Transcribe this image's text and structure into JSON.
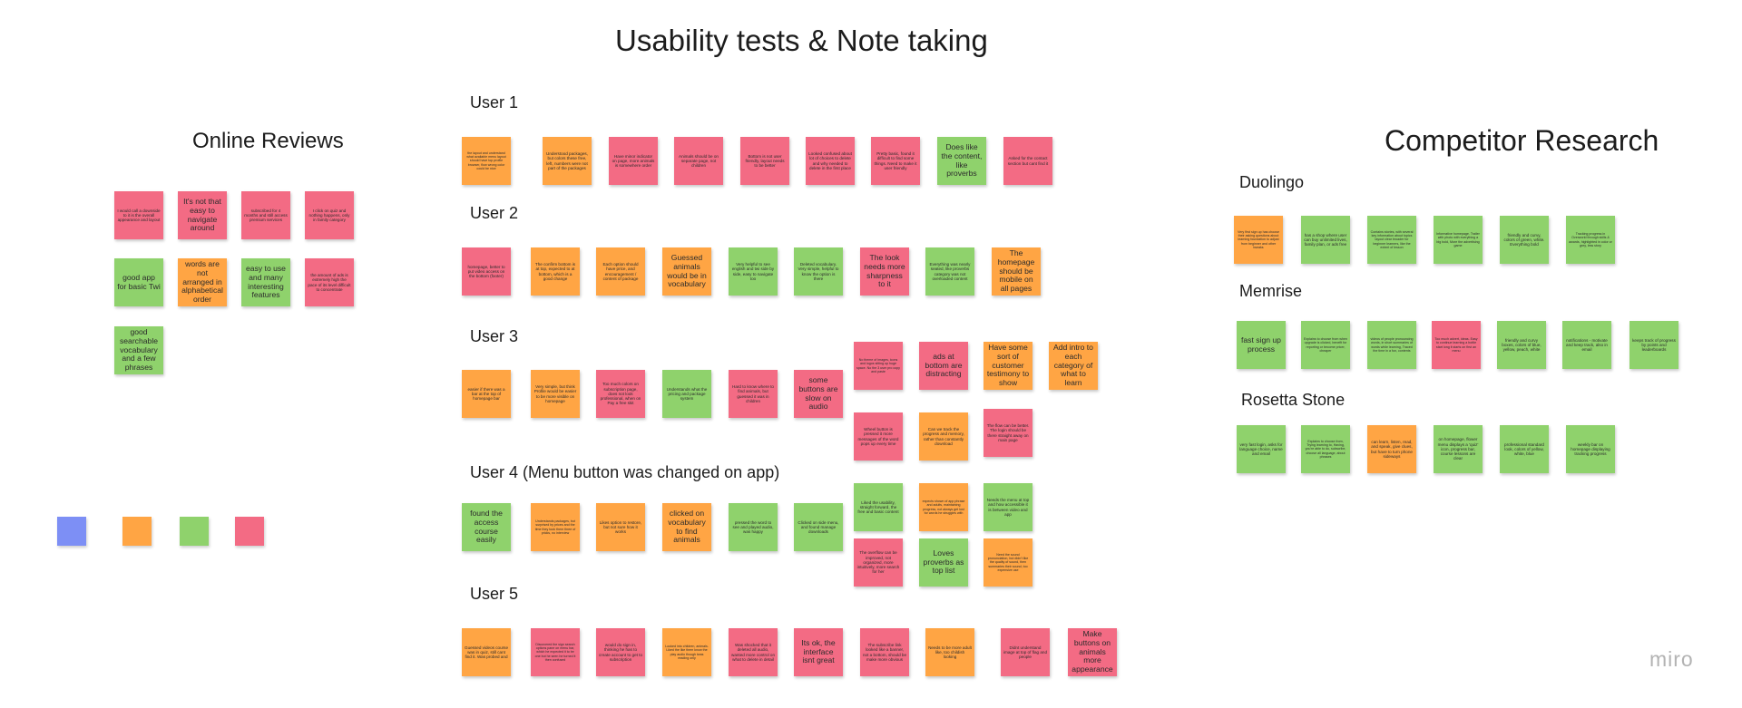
{
  "colors": {
    "orange": "#ffa544",
    "red": "#f36b84",
    "green": "#8fd26c",
    "blue": "#7d8ff5"
  },
  "board": {
    "title": "Usability tests & Note taking",
    "online_reviews_title": "Online Reviews",
    "competitor_title": "Competitor Research",
    "logo": "miro"
  },
  "users": {
    "user1": "User 1",
    "user2": "User 2",
    "user3": "User 3",
    "user4": "User 4 (Menu button was changed on app)",
    "user5": "User 5"
  },
  "competitors": {
    "duolingo": "Duolingo",
    "memrise": "Memrise",
    "rosetta": "Rosetta Stone"
  },
  "legend": [
    "blue",
    "orange",
    "green",
    "red"
  ],
  "online_reviews": [
    {
      "text": "I would call a downside to it is the overall appearance and layout",
      "color": "red"
    },
    {
      "text": "It's not that easy to navigate around",
      "color": "red"
    },
    {
      "text": "subscribed for 4 months and still access premium services",
      "color": "red"
    },
    {
      "text": "I click on quiz and nothing happens, only in family category",
      "color": "red"
    },
    {
      "text": "good app for basic Twi",
      "color": "green"
    },
    {
      "text": "words are not arranged in alphabetical order",
      "color": "orange"
    },
    {
      "text": "easy to use and many interesting features",
      "color": "green"
    },
    {
      "text": "the amount of ads is extremely high the pace of its level difficult to concentrate",
      "color": "red"
    },
    {
      "text": "good searchable vocabulary and a few phrases",
      "color": "green"
    }
  ],
  "user1": [
    {
      "text": "the layout and understand what available menu layout should have top profile browser, flow wrong color could be nice",
      "color": "orange"
    },
    {
      "text": "Understood packages, but colors these free, left, numbers were not part of the packages",
      "color": "orange"
    },
    {
      "text": "Have minor indicator on page, more animals is somewhere order",
      "color": "red"
    },
    {
      "text": "Animals should be on separate page, not children",
      "color": "red"
    },
    {
      "text": "Bottom is not user friendly, layout needs to be better",
      "color": "red"
    },
    {
      "text": "Looked confused about lot of choices to delete and why needed to delete in the first place",
      "color": "red"
    },
    {
      "text": "Pretty basic, found it difficult to find some things. Need to make it user friendly",
      "color": "red"
    },
    {
      "text": "Does like the content, like proverbs",
      "color": "green"
    },
    {
      "text": "Asked for the contact section but cant find it",
      "color": "red"
    }
  ],
  "user2": [
    {
      "text": "homepage, better to put video access on the bottom (footer)",
      "color": "red"
    },
    {
      "text": "The confirm bottom is at top, expected to at bottom, which is a good change",
      "color": "orange"
    },
    {
      "text": "Each option should have price, and encouragement / content of package",
      "color": "orange"
    },
    {
      "text": "Guessed animals would be in vocabulary",
      "color": "orange"
    },
    {
      "text": "Very helpful to see english and twi side by side, easy to navigate too",
      "color": "green"
    },
    {
      "text": "Deleted vocabulary. Very simple, helpful to know the option is there",
      "color": "green"
    },
    {
      "text": "The look needs more sharpness to it",
      "color": "red"
    },
    {
      "text": "Everything was nearly seated, like proverbs category was not overloaded content",
      "color": "green"
    },
    {
      "text": "The homepage should be mobile on all pages",
      "color": "orange"
    }
  ],
  "user3": [
    {
      "text": "easier if there was a bar at the top of homepage bar",
      "color": "orange"
    },
    {
      "text": "Very simple, but think Profile would be easier to be more visible on homepage",
      "color": "orange"
    },
    {
      "text": "Too much colors on subscription page, does not look professional, when on Pay a free skit",
      "color": "red"
    },
    {
      "text": "Understands what the pricing and package system",
      "color": "green"
    },
    {
      "text": "Hard to know where to find animals, but guessed it was in children",
      "color": "red"
    },
    {
      "text": "some buttons are slow on audio",
      "color": "red"
    }
  ],
  "user3_extra": [
    {
      "text": "No theme of images, icons and logos sitting up huge space. No the 3 user pro copy and paste",
      "color": "red"
    },
    {
      "text": "ads at bottom are distracting",
      "color": "red"
    },
    {
      "text": "Have some sort of customer testimony to show",
      "color": "orange"
    },
    {
      "text": "Add intro to each category of what to learn",
      "color": "orange"
    },
    {
      "text": "Wheel button is pressed it more messages of the word pops up every time",
      "color": "red"
    },
    {
      "text": "Can we track the progress and memory, rather than constantly download",
      "color": "orange"
    },
    {
      "text": "The flow can be better. The login should be there straight away on main page",
      "color": "red"
    }
  ],
  "user4": [
    {
      "text": "found the access course easily",
      "color": "green"
    },
    {
      "text": "Understands packages, but surprised by prices and the time they took them three of pricks, no interview",
      "color": "orange"
    },
    {
      "text": "Likes option to restore, but not sure how it works",
      "color": "orange"
    },
    {
      "text": "clicked on vocabulary to find animals",
      "color": "orange"
    },
    {
      "text": "pressed the word to see and played audio, was happy",
      "color": "green"
    },
    {
      "text": "Clicked on side menu, and found manage downloads",
      "color": "green"
    }
  ],
  "user4_extra": [
    {
      "text": "Liked the usability, straight forward, the free and basic content",
      "color": "green"
    },
    {
      "text": "expects shown of app phrase and adults, maintaining progress, not always get lost for words he struggles with",
      "color": "orange"
    },
    {
      "text": "Needs the menu at top and how accessible it is between video and app",
      "color": "green"
    },
    {
      "text": "The overflow can be improved, not organized, more intuitively, more search for her",
      "color": "red"
    },
    {
      "text": "Loves proverbs as top list",
      "color": "green"
    },
    {
      "text": "Need the sound pronunciation, but didn't like the quality of sound, then summaries their sound, too expensive use",
      "color": "orange"
    }
  ],
  "user5": [
    {
      "text": "Guessed videos course was in quiz, still cant find it. Was probed and",
      "color": "orange"
    },
    {
      "text": "Discovered the sign search options pane on menu bar, which he expected it to be one but he seen he turned it then confused",
      "color": "red"
    },
    {
      "text": "would do sign in, thinking he has to create account to get to subscription",
      "color": "red"
    },
    {
      "text": "Looked into children, animals. Liked the like them know the play audio though twas reading only",
      "color": "orange"
    },
    {
      "text": "Was shocked that it deleted all audio, wanted more control on what to delete in detail",
      "color": "red"
    },
    {
      "text": "Its ok, the interface isnt great",
      "color": "red"
    },
    {
      "text": "The subscribe link looked like a banner, not a bottom, should be make more obvious",
      "color": "red"
    },
    {
      "text": "Needs to be more adult like, too childish looking",
      "color": "orange"
    },
    {
      "text": "Didnt understand image at top of flag and people",
      "color": "red"
    },
    {
      "text": "Make buttons on animals more appearance",
      "color": "red"
    }
  ],
  "duolingo": [
    {
      "text": "Very first sign up has choose their asking questions about learning foundation to adjust from beginner and other tweaks",
      "color": "orange"
    },
    {
      "text": "has a shop where user can buy unlimited lives, family plan, or ads free",
      "color": "green"
    },
    {
      "text": "Contains stories, with several key information about topics layout clear broader for beginner learners, like the extent of lesson",
      "color": "green"
    },
    {
      "text": "Informative homepage. Trailer with photo with everything a big bold, More the advertising game",
      "color": "green"
    },
    {
      "text": "friendly and curvy, colors of green, white. Everything bold",
      "color": "green"
    },
    {
      "text": "Tracking progress in Overworld through skills & awards, highlighted in color or grey, less story",
      "color": "green"
    }
  ],
  "memrise": [
    {
      "text": "fast sign up process",
      "color": "green"
    },
    {
      "text": "Explains to choose from when upgrade is clicked, benefit for reporting or become pricer, cheaper",
      "color": "green"
    },
    {
      "text": "videos of people pronouncing words, in short summaries of words while learning, Traced the time in a fun, contents",
      "color": "green"
    },
    {
      "text": "Too much advert, ideas. Easy to continue learning a bottle start long it starts on first an menu",
      "color": "red"
    },
    {
      "text": "friendly and curvy boxes, colors of blue, yellow, peach, white",
      "color": "green"
    },
    {
      "text": "notifications - motivate and keep track, also in email",
      "color": "green"
    },
    {
      "text": "keeps track of progress by points and leaderboards",
      "color": "green"
    }
  ],
  "rosetta": [
    {
      "text": "very fast login, asks for language choice, name and email",
      "color": "green"
    },
    {
      "text": "Explains to choose from, Trying learning to, Having, you're able to do, subscribe, choose all language, about phrases",
      "color": "green"
    },
    {
      "text": "can learn, listen, read, and speak, give clues, but have to turn phone sideways",
      "color": "orange"
    },
    {
      "text": "on homepage, flower menu displays a 'quiz' icon, progress bar, course lessons are clear",
      "color": "green"
    },
    {
      "text": "professional standard look, colors of yellow, white, blue",
      "color": "green"
    },
    {
      "text": "weekly bar on homepage displaying tracking progress",
      "color": "green"
    }
  ]
}
